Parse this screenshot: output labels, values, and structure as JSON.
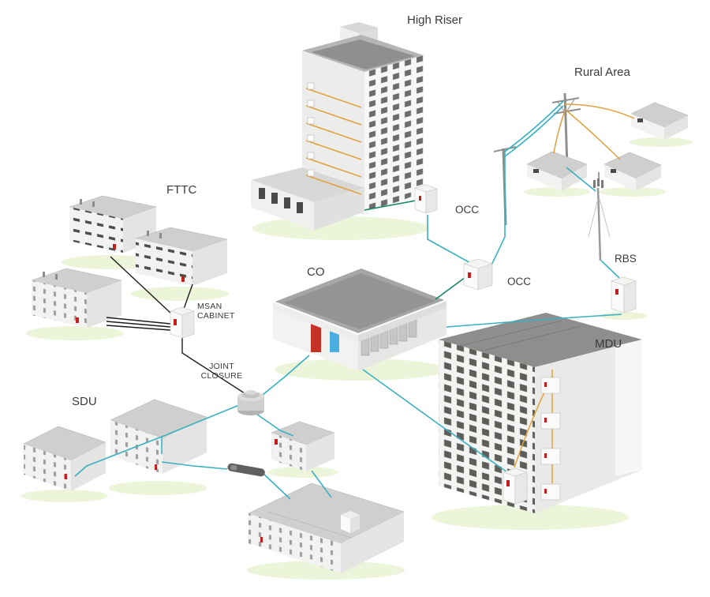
{
  "diagram": {
    "labels": {
      "high_riser": "High Riser",
      "rural_area": "Rural Area",
      "fttc": "FTTC",
      "occ_top": "OCC",
      "co": "CO",
      "occ_mid": "OCC",
      "rbs": "RBS",
      "msan_cabinet_line1": "MSAN",
      "msan_cabinet_line2": "CABINET",
      "mdu": "MDU",
      "joint_closure_line1": "JOINT",
      "joint_closure_line2": "CLOSURE",
      "sdu": "SDU"
    },
    "colors": {
      "fiber_teal": "#3ab1c2",
      "link_green": "#14866a",
      "copper_black": "#1d1d1b",
      "drop_orange": "#e1a13c",
      "brand_red": "#c41e1e",
      "glow_green": "#e7f1cf",
      "label_text": "#3a3a38"
    }
  }
}
